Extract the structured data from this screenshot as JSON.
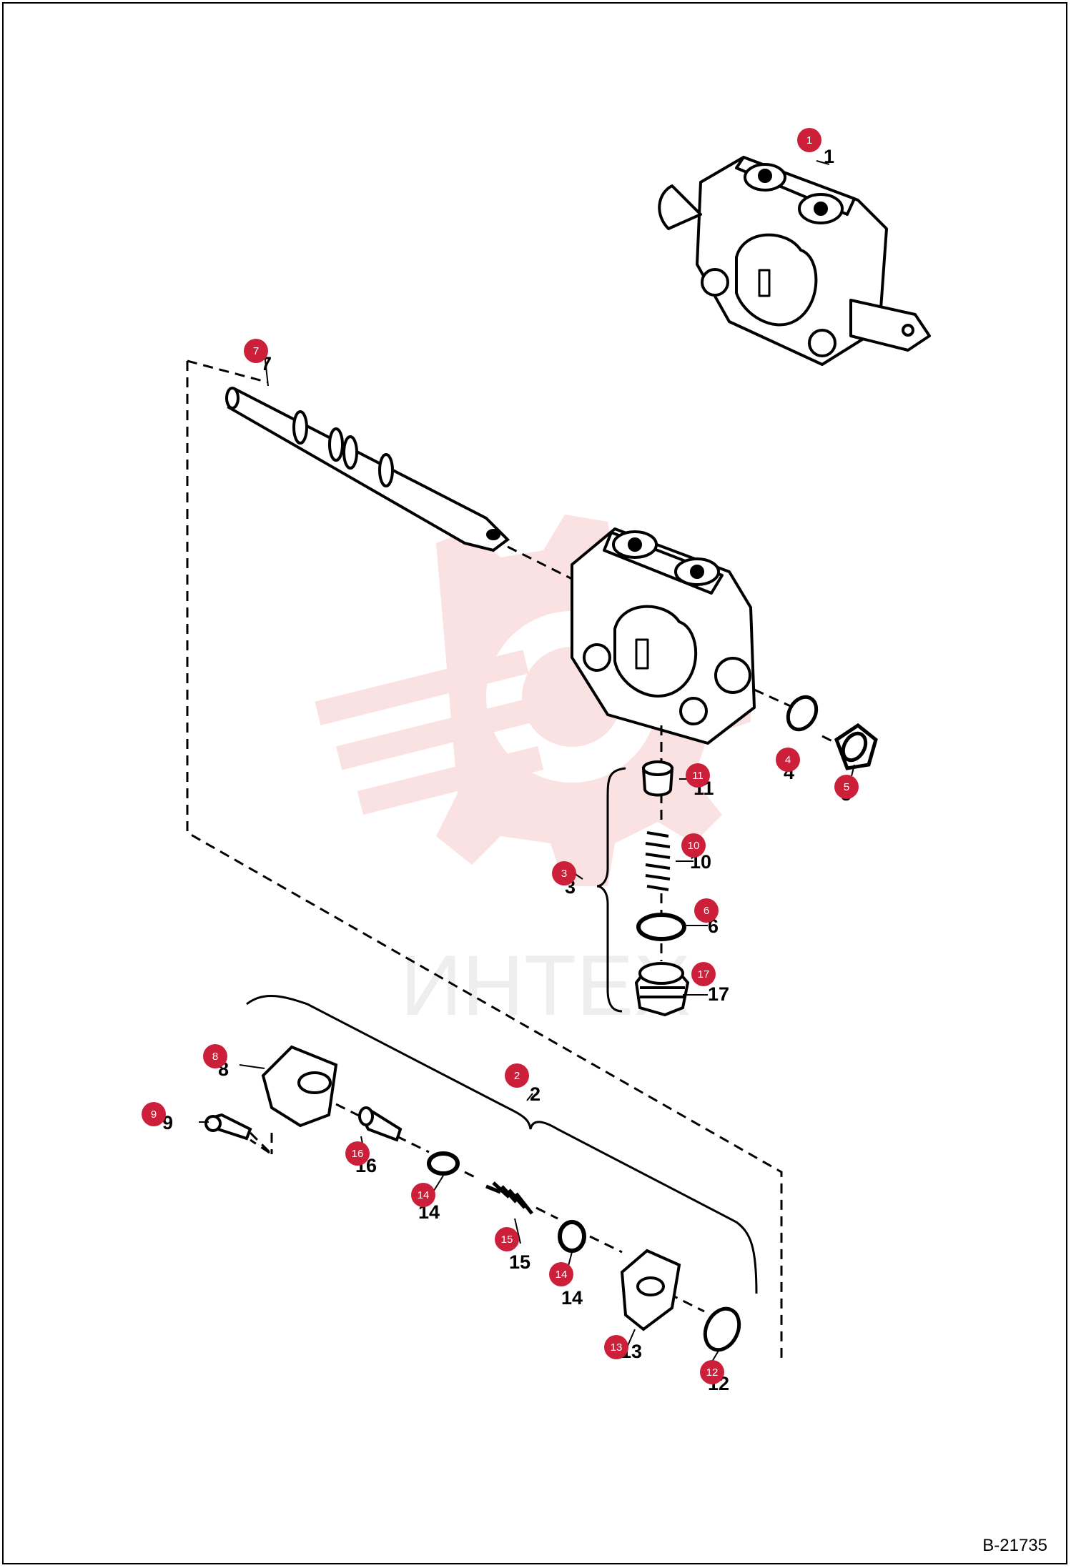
{
  "drawing_ref": "B-21735",
  "watermark_text": "ИНТЕХ",
  "colors": {
    "badge": "#cc1f3a",
    "watermark": "#f4c2c4",
    "line": "#000000"
  },
  "callouts": [
    {
      "label": "1",
      "badge": "1"
    },
    {
      "label": "2",
      "badge": "2"
    },
    {
      "label": "3",
      "badge": "3"
    },
    {
      "label": "4",
      "badge": "4"
    },
    {
      "label": "5",
      "badge": "5"
    },
    {
      "label": "6",
      "badge": "6"
    },
    {
      "label": "7",
      "badge": "7"
    },
    {
      "label": "8",
      "badge": "8"
    },
    {
      "label": "9",
      "badge": "9"
    },
    {
      "label": "10",
      "badge": "10"
    },
    {
      "label": "11",
      "badge": "11"
    },
    {
      "label": "12",
      "badge": "12"
    },
    {
      "label": "13",
      "badge": "13"
    },
    {
      "label": "14",
      "badge": "14"
    },
    {
      "label": "14",
      "badge": "14"
    },
    {
      "label": "15",
      "badge": "15"
    },
    {
      "label": "16",
      "badge": "16"
    },
    {
      "label": "17",
      "badge": "17"
    }
  ]
}
